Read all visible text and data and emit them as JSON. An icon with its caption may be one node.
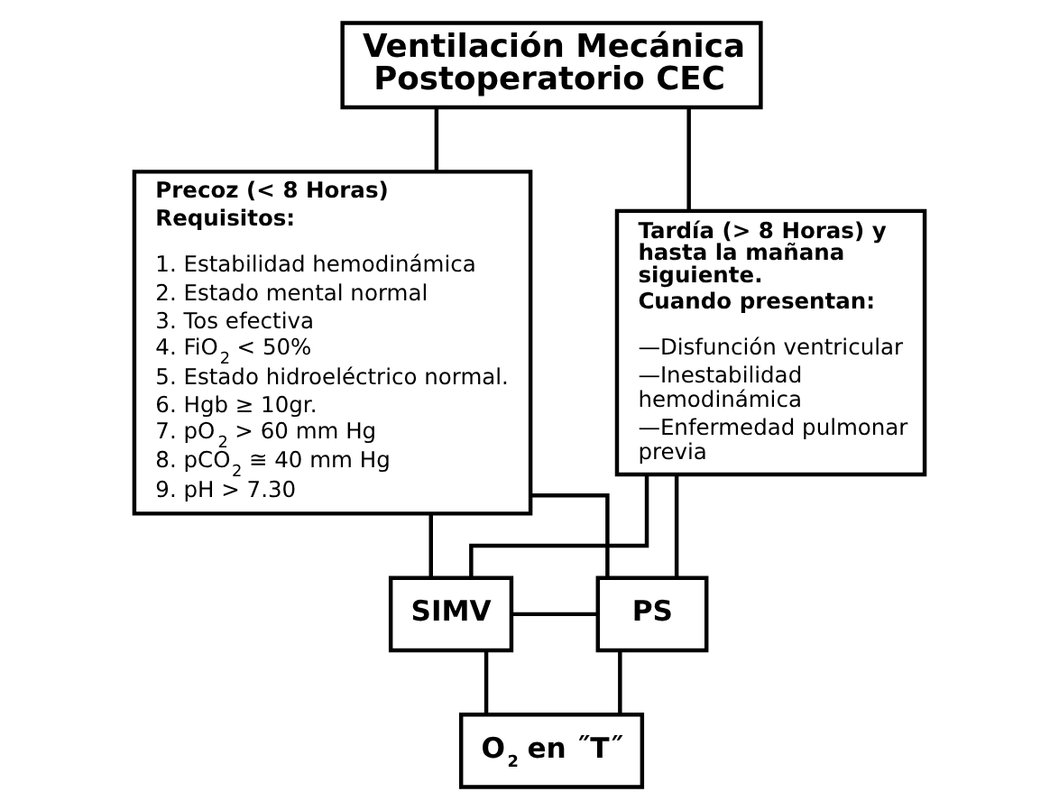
{
  "diagram": {
    "nodes": [
      {
        "text": [
          "Ventilación Mecánica Postoperatorio CEC"
        ]
      },
      {
        "text": [
          "Precoz (< 8 Horas)",
          "Requisitos:",
          "1. Estabilidad hemodinámica",
          "2. Estado mental normal",
          "3. Tos efectiva",
          "4. FiO$_{2}$ < 50%",
          "5. Estado hidroeléctrico normal.",
          "6. Hgb ≥ 10gr.",
          "7. pO$_{2}$ > 60 mm Hg",
          "8. pCO$_{2}$ ≅ 40 mm Hg",
          "9. pH > 7.30"
        ]
      },
      {
        "text": [
          "Tardía (> 8 Horas) y hasta la mañana siguiente.",
          "Cuando presentan:",
          "—Disfunción ventricular",
          "—Inestabilidad hemodinámica",
          "—Enfermedad pulmonar previa"
        ]
      },
      {
        "text": [
          "SIMV"
        ]
      },
      {
        "text": [
          "PS"
        ]
      },
      {
        "text": [
          "O$_{2}$ en ˝T˝"
        ]
      }
    ],
    "edges": [
      {
        "from": 0,
        "to": 1,
        "arrow": "none"
      },
      {
        "from": 0,
        "to": 2,
        "arrow": "none"
      },
      {
        "from": 1,
        "to": 3,
        "arrow": "none"
      },
      {
        "from": 1,
        "to": 4,
        "arrow": "none"
      },
      {
        "from": 2,
        "to": 3,
        "arrow": "none"
      },
      {
        "from": 2,
        "to": 4,
        "arrow": "none"
      },
      {
        "from": 3,
        "to": 4,
        "arrow": "none"
      },
      {
        "from": 3,
        "to": 5,
        "arrow": "none"
      },
      {
        "from": 4,
        "to": 5,
        "arrow": "none"
      }
    ]
  }
}
